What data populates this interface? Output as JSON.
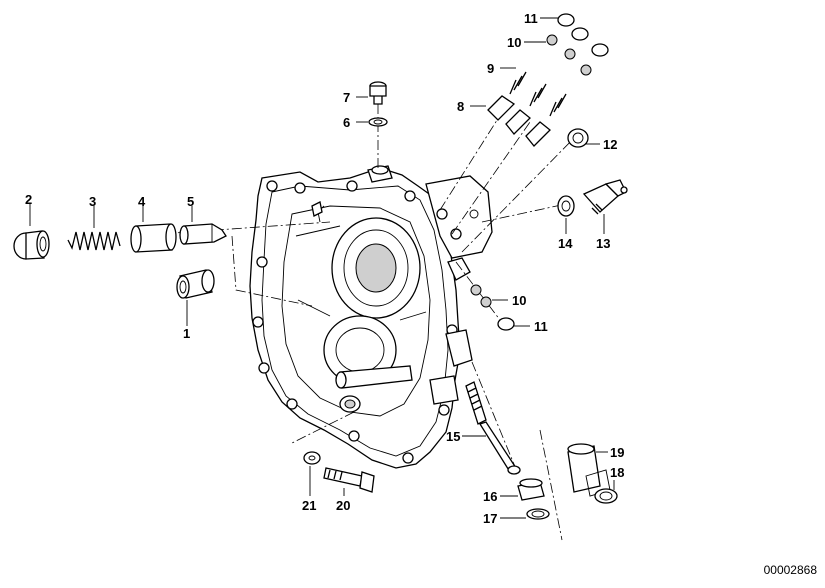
{
  "diagram": {
    "document_number": "00002868",
    "callouts": [
      {
        "id": "c1",
        "label": "1"
      },
      {
        "id": "c2",
        "label": "2"
      },
      {
        "id": "c3",
        "label": "3"
      },
      {
        "id": "c4",
        "label": "4"
      },
      {
        "id": "c5",
        "label": "5"
      },
      {
        "id": "c6",
        "label": "6"
      },
      {
        "id": "c7",
        "label": "7"
      },
      {
        "id": "c8",
        "label": "8"
      },
      {
        "id": "c9",
        "label": "9"
      },
      {
        "id": "c10a",
        "label": "10"
      },
      {
        "id": "c10b",
        "label": "10"
      },
      {
        "id": "c11a",
        "label": "11"
      },
      {
        "id": "c11b",
        "label": "11"
      },
      {
        "id": "c12",
        "label": "12"
      },
      {
        "id": "c13",
        "label": "13"
      },
      {
        "id": "c14",
        "label": "14"
      },
      {
        "id": "c15",
        "label": "15"
      },
      {
        "id": "c16",
        "label": "16"
      },
      {
        "id": "c17",
        "label": "17"
      },
      {
        "id": "c18",
        "label": "18"
      },
      {
        "id": "c19",
        "label": "19"
      },
      {
        "id": "c20",
        "label": "20"
      },
      {
        "id": "c21",
        "label": "21"
      }
    ]
  }
}
